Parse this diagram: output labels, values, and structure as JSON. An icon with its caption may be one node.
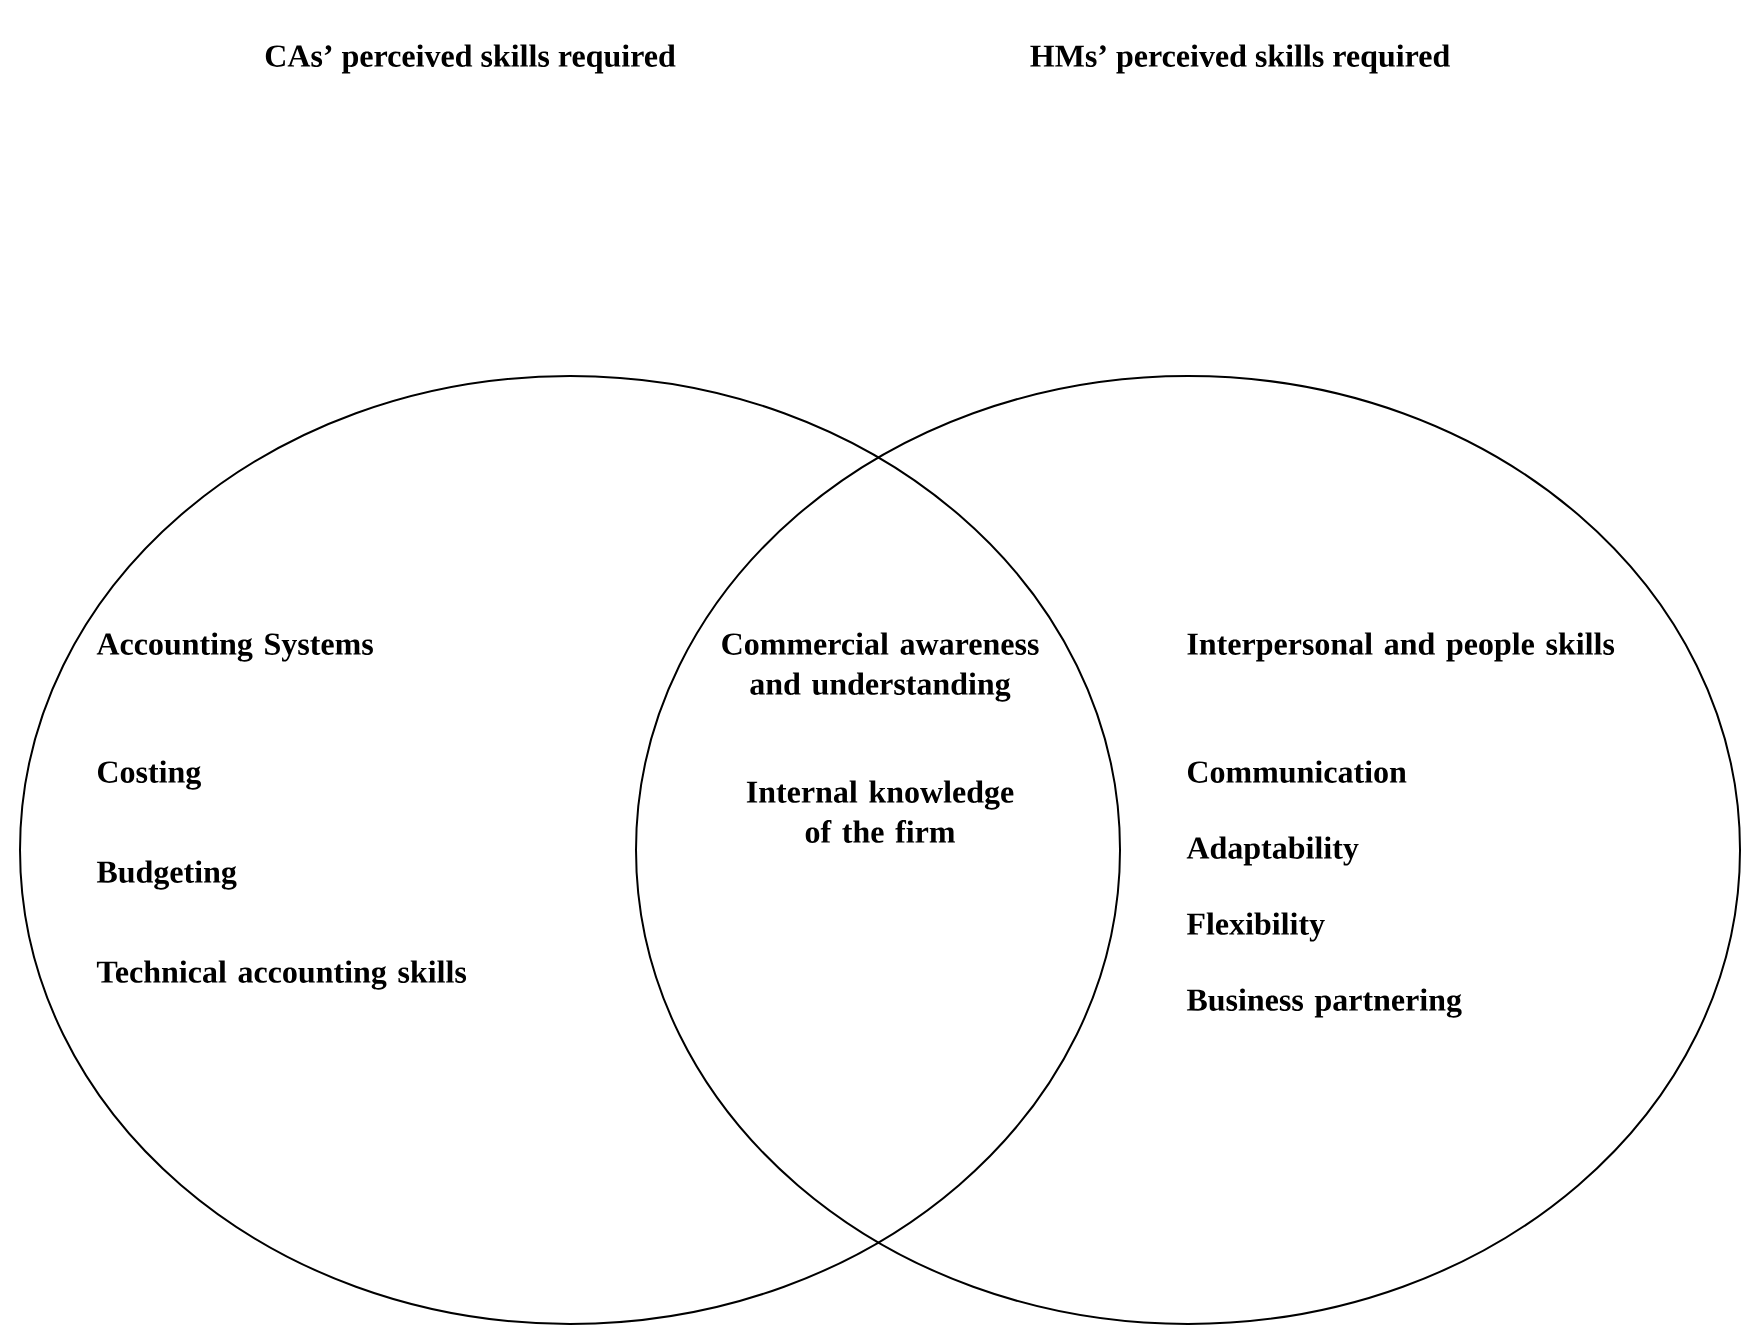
{
  "diagram": {
    "nodes": [
      {
        "text": [
          "CAs’ perceived skills required"
        ]
      },
      {
        "text": [
          "HMs’ perceived skills required"
        ]
      },
      {
        "text": [
          "Accounting Systems",
          "Costing",
          "Budgeting",
          "Technical accounting skills"
        ]
      },
      {
        "text": [
          "Interpersonal and people skills",
          "Communication",
          "Adaptability",
          "Flexibility",
          "Business partnering"
        ]
      }
    ],
    "labels": [
      "Commercial awareness and understanding",
      "Internal knowledge of the firm"
    ]
  }
}
